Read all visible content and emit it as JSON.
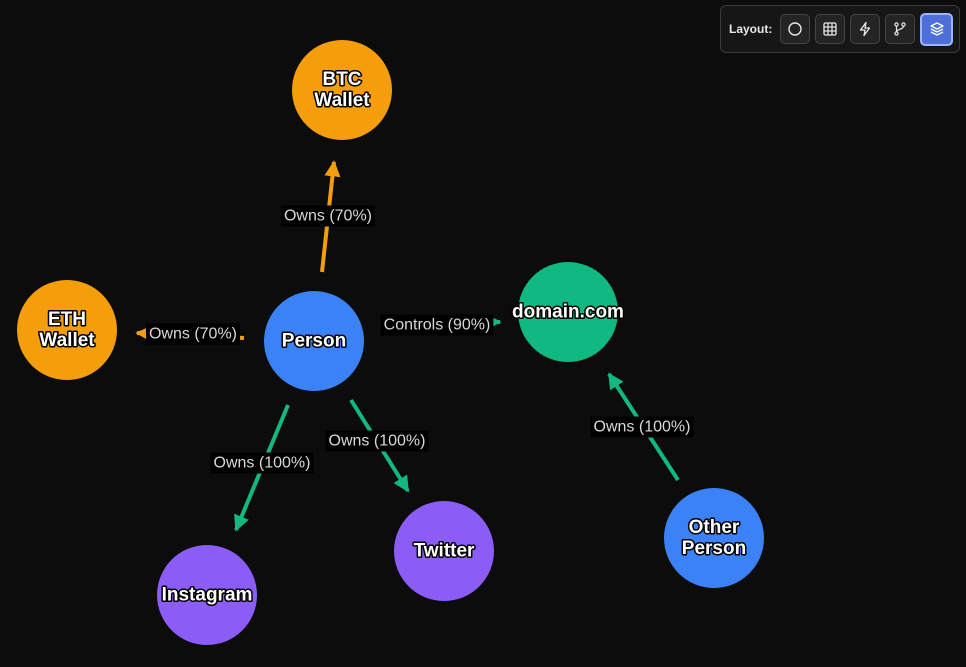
{
  "toolbar": {
    "label": "Layout:",
    "buttons": [
      {
        "icon": "circle-layout-icon",
        "active": false
      },
      {
        "icon": "grid-layout-icon",
        "active": false
      },
      {
        "icon": "force-layout-icon",
        "active": false
      },
      {
        "icon": "tree-layout-icon",
        "active": false
      },
      {
        "icon": "layers-layout-icon",
        "active": true
      }
    ]
  },
  "colors": {
    "wallet": "#f59e0b",
    "person": "#3b82f6",
    "domain": "#10b981",
    "social": "#8b5cf6",
    "edge_wallet": "#f59e0b",
    "edge_other": "#10b981"
  },
  "graph": {
    "nodes": [
      {
        "id": "btc",
        "lines": [
          "BTC",
          "Wallet"
        ],
        "type": "wallet"
      },
      {
        "id": "eth",
        "lines": [
          "ETH",
          "Wallet"
        ],
        "type": "wallet"
      },
      {
        "id": "person",
        "lines": [
          "Person"
        ],
        "type": "person"
      },
      {
        "id": "domain",
        "lines": [
          "domain.com"
        ],
        "type": "domain"
      },
      {
        "id": "instagram",
        "lines": [
          "Instagram"
        ],
        "type": "social"
      },
      {
        "id": "twitter",
        "lines": [
          "Twitter"
        ],
        "type": "social"
      },
      {
        "id": "other",
        "lines": [
          "Other",
          "Person"
        ],
        "type": "person"
      }
    ],
    "edges": [
      {
        "from": "person",
        "to": "btc",
        "label": "Owns (70%)",
        "kind": "wallet"
      },
      {
        "from": "person",
        "to": "eth",
        "label": "Owns (70%)",
        "kind": "wallet"
      },
      {
        "from": "person",
        "to": "domain",
        "label": "Controls (90%)",
        "kind": "other"
      },
      {
        "from": "person",
        "to": "instagram",
        "label": "Owns (100%)",
        "kind": "other"
      },
      {
        "from": "person",
        "to": "twitter",
        "label": "Owns (100%)",
        "kind": "other"
      },
      {
        "from": "other",
        "to": "domain",
        "label": "Owns (100%)",
        "kind": "other"
      }
    ]
  }
}
